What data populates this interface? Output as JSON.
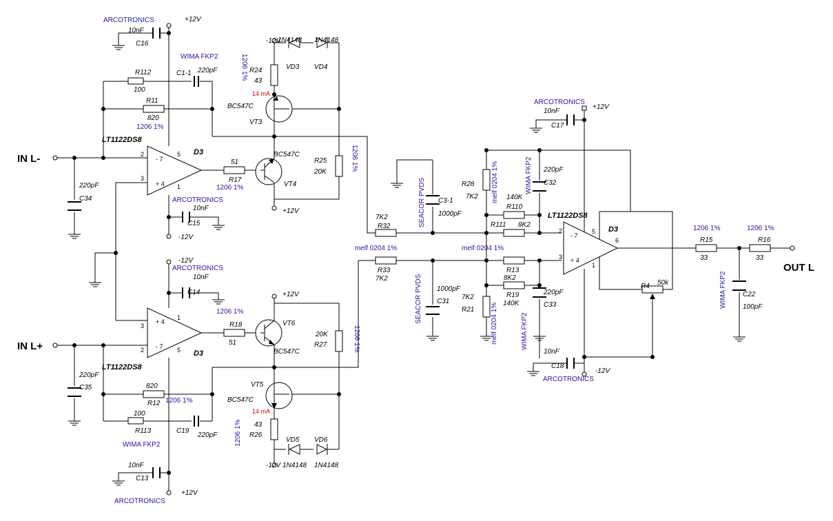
{
  "terminals": {
    "in_minus": "IN  L-",
    "in_plus": "IN  L+",
    "out": "OUT L",
    "p12": "+12V",
    "m12": "-12V"
  },
  "brands": {
    "arcotronics": "ARCOTRONICS",
    "wima": "WIMA FKP2",
    "seacor": "SEACOR PVDS",
    "melf": "melf 0204 1%",
    "smd": "1206 1%"
  },
  "ics": {
    "part": "LT1122DS8",
    "ref": "D3",
    "pins": {
      "inv": "2",
      "noninv": "3",
      "p7": "7",
      "p4": "4",
      "p5": "5",
      "p1": "1",
      "p6": "6",
      "minus": "- 7",
      "plus": "+ 4"
    }
  },
  "transistors": {
    "type": "BC547C",
    "vt3": "VT3",
    "vt4": "VT4",
    "vt5": "VT5",
    "vt6": "VT6",
    "current": "14 mA"
  },
  "diodes": {
    "type": "1N4148",
    "vd3": "VD3",
    "vd4": "VD4",
    "vd5": "VD5",
    "vd6": "VD6"
  },
  "resistors": {
    "r112": {
      "ref": "R112",
      "val": "100"
    },
    "r11": {
      "ref": "R11",
      "val": "820"
    },
    "r24": {
      "ref": "R24",
      "val": "43"
    },
    "r17": {
      "ref": "R17",
      "val": "51"
    },
    "r25": {
      "ref": "R25",
      "val": "20K"
    },
    "r18": {
      "ref": "R18",
      "val": "51"
    },
    "r27": {
      "ref": "R27",
      "val": "20K"
    },
    "r12": {
      "ref": "R12",
      "val": "820"
    },
    "r113": {
      "ref": "R113",
      "val": "100"
    },
    "r26": {
      "ref": "R26",
      "val": "43"
    },
    "r32": {
      "ref": "R32",
      "val": "7K2"
    },
    "r33": {
      "ref": "R33",
      "val": "7K2"
    },
    "r28": {
      "ref": "R28",
      "val": "7K2"
    },
    "r21": {
      "ref": "R21",
      "val": "7K2"
    },
    "r110": {
      "ref": "R110",
      "val": "140K"
    },
    "r111": {
      "ref": "R111",
      "val": "8K2"
    },
    "r13": {
      "ref": "R13",
      "val": "8K2"
    },
    "r19": {
      "ref": "R19",
      "val": "140K"
    },
    "r4": {
      "ref": "R4",
      "val": "50k"
    },
    "r15": {
      "ref": "R15",
      "val": "33"
    },
    "r16": {
      "ref": "R16",
      "val": "33"
    }
  },
  "capacitors": {
    "c16": {
      "ref": "C16",
      "val": "10nF"
    },
    "c1_1": {
      "ref": "C1-1",
      "val": "220pF"
    },
    "c34": {
      "ref": "C34",
      "val": "220pF"
    },
    "c15": {
      "ref": "C15",
      "val": "10nF"
    },
    "c14": {
      "ref": "C14",
      "val": "10nF"
    },
    "c35": {
      "ref": "C35",
      "val": "220pF"
    },
    "c19": {
      "ref": "C19",
      "val": "220pF"
    },
    "c13": {
      "ref": "C13",
      "val": "10nF"
    },
    "c3_1": {
      "ref": "C3-1",
      "val": "1000pF"
    },
    "c31": {
      "ref": "C31",
      "val": "1000pF"
    },
    "c17": {
      "ref": "C17",
      "val": "10nF"
    },
    "c32": {
      "ref": "C32",
      "val": "220pF"
    },
    "c33": {
      "ref": "C33",
      "val": "220pF"
    },
    "c18": {
      "ref": "C18",
      "val": "10nF"
    },
    "c22": {
      "ref": "C22",
      "val": "100pF"
    }
  }
}
